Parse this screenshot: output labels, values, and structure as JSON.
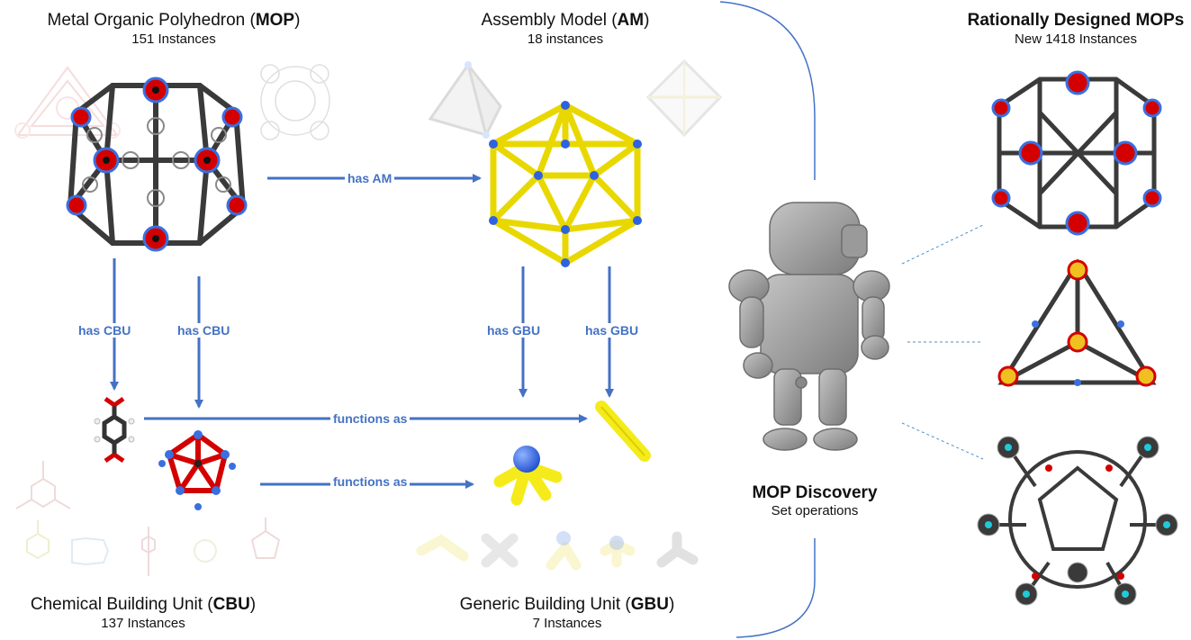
{
  "mop": {
    "title_pre": "Metal Organic Polyhedron (",
    "title_abbr": "MOP",
    "title_post": ")",
    "count": "151 Instances"
  },
  "am": {
    "title_pre": "Assembly Model (",
    "title_abbr": "AM",
    "title_post": ")",
    "count": "18 instances"
  },
  "cbu": {
    "title_pre": "Chemical Building Unit (",
    "title_abbr": "CBU",
    "title_post": ")",
    "count": "137 Instances"
  },
  "gbu": {
    "title_pre": "Generic Building Unit (",
    "title_abbr": "GBU",
    "title_post": ")",
    "count": "7 Instances"
  },
  "designed": {
    "title": "Rationally Designed MOPs",
    "count": "New 1418 Instances"
  },
  "discovery": {
    "title": "MOP Discovery",
    "subtitle": "Set operations"
  },
  "edges": {
    "has_am": "has AM",
    "has_cbu_1": "has CBU",
    "has_cbu_2": "has CBU",
    "has_gbu_1": "has GBU",
    "has_gbu_2": "has GBU",
    "functions_as_1": "functions as",
    "functions_as_2": "functions as"
  },
  "colors": {
    "arrow": "#4472c4",
    "label": "#4472c4",
    "metal": "#d40000",
    "nitrogen": "#3a6fe0",
    "carbon": "#333333",
    "gbu_yellow": "#f5eb1a",
    "robot": "#9a9a9a"
  },
  "icons": [
    "mop-molecule-icon",
    "icosahedron-icon",
    "robot-icon",
    "linker-icon",
    "paddlewheel-icon"
  ]
}
